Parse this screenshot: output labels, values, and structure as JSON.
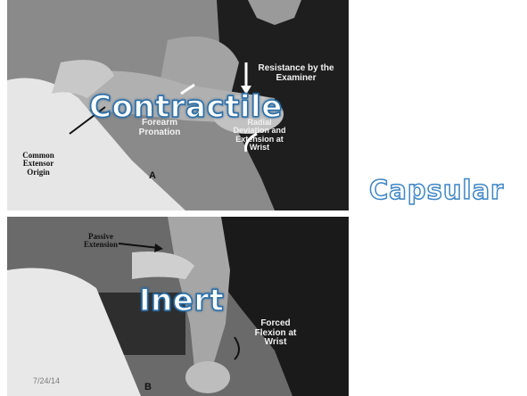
{
  "slide": {
    "date": "7/24/14",
    "side_title": "Capsular"
  },
  "photo_a": {
    "overlay_title": "Contractile",
    "labels": {
      "resistance": "Resistance by the Examiner",
      "forearm": "Forearm Pronation",
      "radial": "Radial Deviation and Extension at Wrist",
      "extensor": "Common Extensor Origin",
      "letter": "A"
    }
  },
  "photo_b": {
    "overlay_title": "Inert",
    "labels": {
      "passive": "Passive Extension",
      "forced": "Forced Flexion at Wrist",
      "letter": "B"
    }
  },
  "colors": {
    "title_outline": "#2c6fa8",
    "capsular_outline": "#3f86c4",
    "date_text": "#7a7a7a"
  }
}
